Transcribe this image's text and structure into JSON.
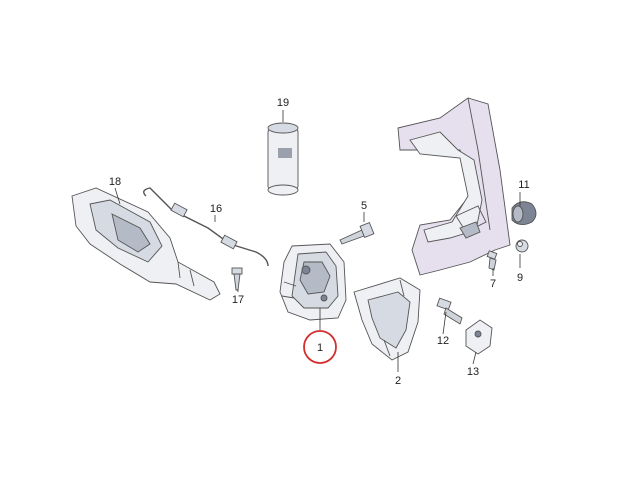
{
  "diagram": {
    "part_numbers": {
      "p1": "1",
      "p2": "2",
      "p5": "5",
      "p7": "7",
      "p9": "9",
      "p11": "11",
      "p12": "12",
      "p13": "13",
      "p16": "16",
      "p17": "17",
      "p18": "18",
      "p19": "19"
    },
    "highlighted_part": "1",
    "colors": {
      "highlight": "#d32f2f",
      "line": "#555555",
      "fill_light": "#eef0f4",
      "fill_body": "#e6dfee"
    }
  }
}
